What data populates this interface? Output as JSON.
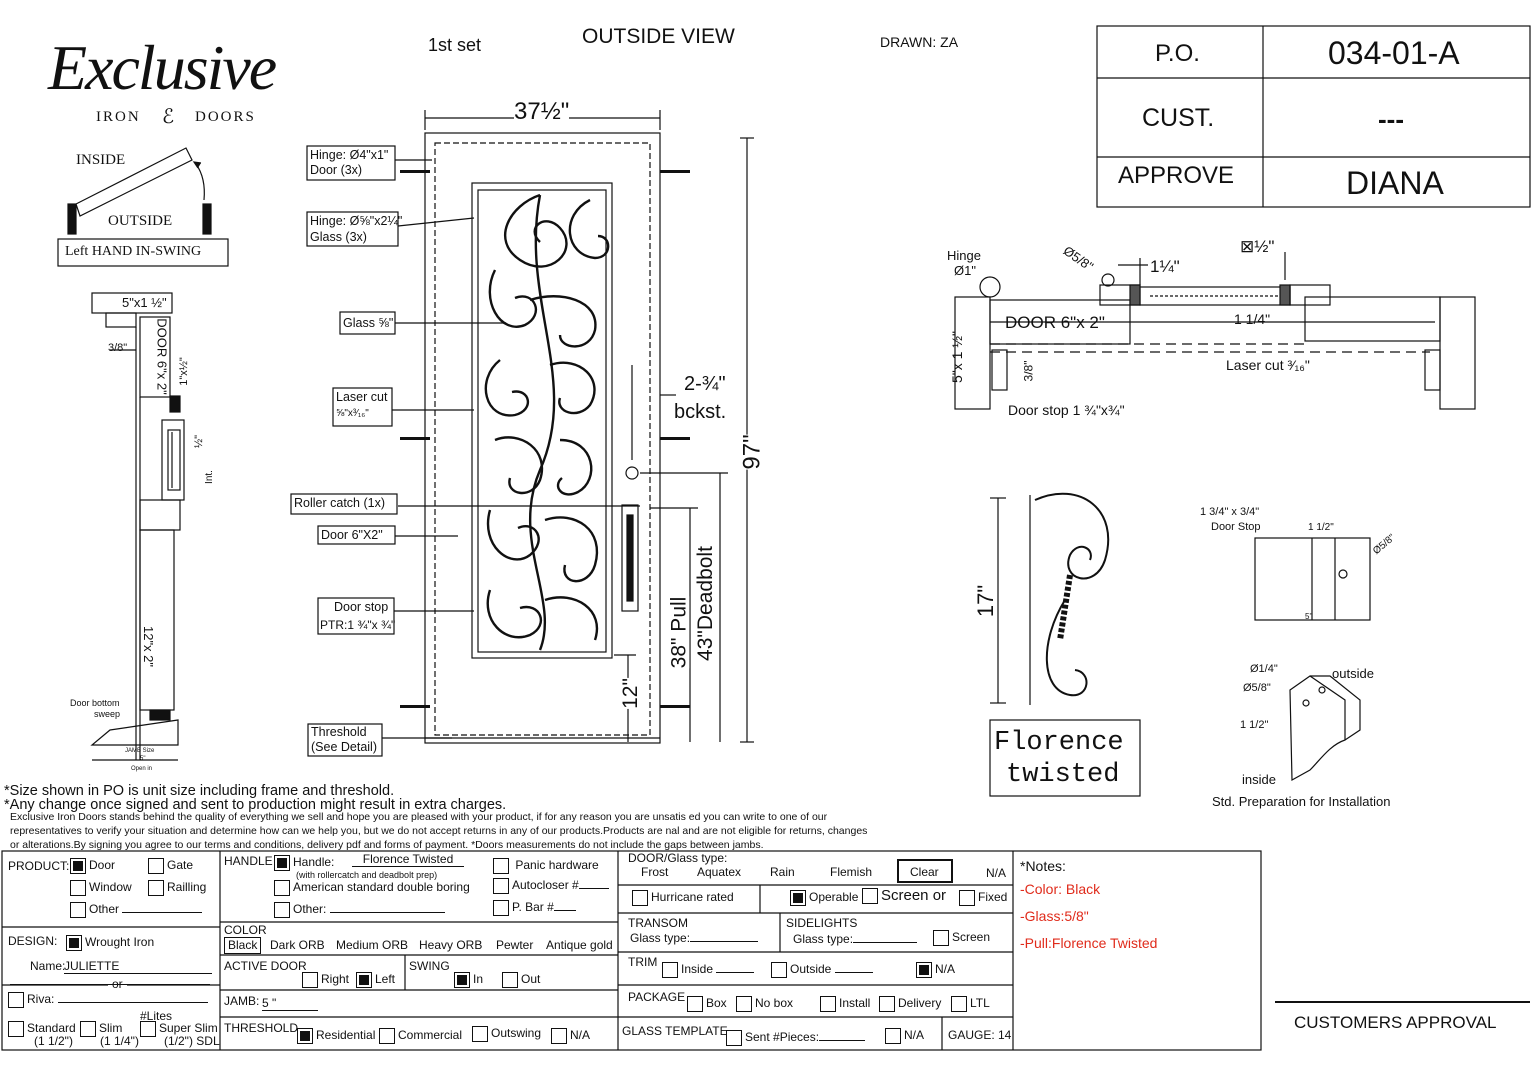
{
  "header": {
    "set": "1st set",
    "view": "OUTSIDE VIEW",
    "drawn": "DRAWN: ZA"
  },
  "logo": {
    "script": "Exclusive",
    "line": "IRON",
    "line2": "DOORS"
  },
  "swing": {
    "inside": "INSIDE",
    "outside": "OUTSIDE",
    "hand": "Left HAND IN-SWING"
  },
  "info": [
    {
      "label": "P.O.",
      "value": "034-01-A"
    },
    {
      "label": "CUST.",
      "value": "---"
    },
    {
      "label": "APPROVE",
      "value": "DIANA"
    }
  ],
  "door_labels": {
    "width": "37½\"",
    "hinge_door": "Hinge: Ø4\"x1\"",
    "hinge_door2": "Door (3x)",
    "hinge_glass": "Hinge: Ø⅝\"x2¼\"",
    "hinge_glass2": "Glass (3x)",
    "glass": "Glass ⅝\"",
    "laser": "Laser cut",
    "laser2": "⅝\"x³⁄₁₆\"",
    "roller": "Roller catch  (1x)",
    "door": "Door  6\"X2\"",
    "doorstop": "Door stop",
    "doorstop2": "PTR:1 ¾\"x ¾\"",
    "threshold": "Threshold",
    "threshold2": "(See Detail)",
    "backset": "2-¾\"",
    "backset2": "bckst.",
    "height": "97\"",
    "deadbolt": "43\"Deadbolt",
    "pull": "38\" Pull",
    "bottom": "12\""
  },
  "side_section": {
    "top": "5\"x1 ½\"",
    "gap": "3/8\"",
    "door": "DOOR 6\"x 2\"",
    "mid": "1\"x½\"",
    "half": "½\"",
    "int": "Int.",
    "lower": "12\"x 2\"",
    "sweep": "Door bottom",
    "sweep2": "sweep",
    "jamb": "JAMB Size",
    "jamb2": "5\"",
    "jamb3": "Open in"
  },
  "top_section": {
    "hinge": "Hinge",
    "hinge2": "Ø1\"",
    "dia": "Ø5/8\"",
    "q": "1¼\"",
    "sq": "⊠½\"",
    "door": "DOOR 6\"x 2\"",
    "q2": "1 1/4\"",
    "jamb": "5\"x 1 ½\"",
    "e": "3/8\"",
    "laser": "Laser cut ³⁄₁₆\"",
    "stop": "Door stop 1 ¾\"x¾\""
  },
  "handle": {
    "height": "17\"",
    "name1": "Florence",
    "name2": "twisted"
  },
  "prep": {
    "stop1": "1 3/4\" x 3/4\"",
    "stop2": "Door Stop",
    "w": "1 1/2\"",
    "d": "Ø5/8\"",
    "five": "5\"",
    "a": "Ø1/4\"",
    "b": "Ø5/8\"",
    "c": "1 1/2\"",
    "outside": "outside",
    "inside": "inside",
    "caption": "Std. Preparation for Installation"
  },
  "notes_text": {
    "l1": "*Size shown in PO is unit size including frame and threshold.",
    "l2": "*Any change once signed and sent to production might result in extra charges.",
    "p1": "Exclusive Iron Doors stands behind the quality of everything we sell and hope you are pleased with your product, if for any reason you are unsatis    ed you can write to one of our",
    "p2": "representatives to verify your situation and determine how can we help you, but we do not accept returns in any of our products.Products are      nal and are not eligible for returns, changes",
    "p3": "or alterations.By signing you agree to our terms and conditions, delivery pdf and forms of payment. *Doors measurements do not include the gaps between jambs."
  },
  "form": {
    "product": "PRODUCT:",
    "door": "Door",
    "gate": "Gate",
    "window": "Window",
    "railing": "Railling",
    "other": "Other",
    "design": "DESIGN:",
    "wrought": "Wrought Iron",
    "name_label": "Name:",
    "name": "JULIETTE",
    "or": "or",
    "riva": "Riva:",
    "lites": "#Lites",
    "standard": "Standard",
    "standard2": "(1 1/2\")",
    "slim": "Slim",
    "slim2": "(1 1/4\")",
    "super": "Super Slim",
    "super2": "(1/2\") SDL",
    "handle_label": "HANDLE",
    "handle": "Handle:",
    "handle_val": "Florence Twisted",
    "handle_note": "(with rollercatch and deadbolt prep)",
    "american": "American standard double boring",
    "other2": "Other:",
    "panic": "Panic hardware",
    "autocloser": "Autocloser #",
    "pbar": "P. Bar #",
    "color_label": "COLOR",
    "colors": [
      "Black",
      "Dark ORB",
      "Medium ORB",
      "Heavy ORB",
      "Pewter",
      "Antique gold"
    ],
    "active": "ACTIVE DOOR",
    "right": "Right",
    "left": "Left",
    "swing": "SWING",
    "in": "In",
    "out": "Out",
    "jamb": "JAMB:",
    "jamb_val": "5 \"",
    "threshold": "THRESHOLD",
    "residential": "Residential",
    "commercial": "Commercial",
    "outswing": "Outswing",
    "na": "N/A",
    "glass_type": "DOOR/Glass type:",
    "gtypes": [
      "Frost",
      "Aquatex",
      "Rain",
      "Flemish",
      "Clear",
      "N/A"
    ],
    "hurricane": "Hurricane rated",
    "operable": "Operable",
    "screen_or": "Screen or",
    "fixed": "Fixed",
    "transom": "TRANSOM",
    "transom_glass": "Glass type:",
    "sidelights": "SIDELIGHTS",
    "side_glass": "Glass type:",
    "screen": "Screen",
    "trim": "TRIM",
    "inside": "Inside",
    "outside": "Outside",
    "trim_na": "N/A",
    "package": "PACKAGE",
    "box": "Box",
    "nobox": "No box",
    "install": "Install",
    "delivery": "Delivery",
    "ltl": "LTL",
    "template": "GLASS TEMPLATE",
    "sent": "Sent #Pieces:",
    "tmpl_na": "N/A",
    "gauge": "GAUGE: 14",
    "notes": "*Notes:",
    "n1": "-Color: Black",
    "n2": "-Glass:5/8\"",
    "n3": "-Pull:Florence Twisted"
  },
  "approval": "CUSTOMERS APPROVAL"
}
